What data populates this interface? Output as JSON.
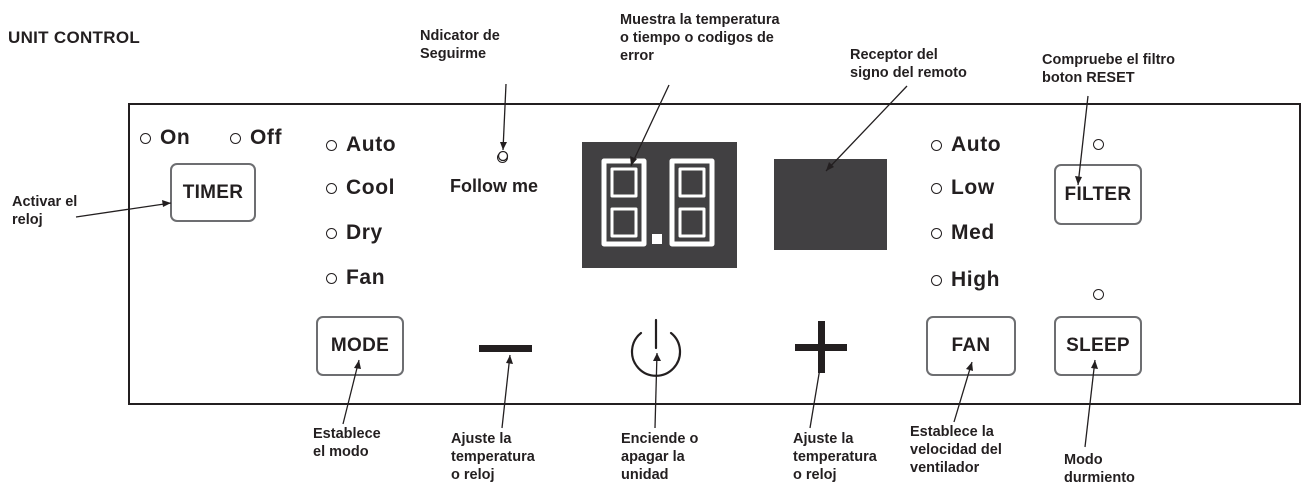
{
  "title": "UNIT CONTROL",
  "timer": {
    "on_label": "On",
    "off_label": "Off",
    "button_label": "TIMER"
  },
  "mode": {
    "options": [
      "Auto",
      "Cool",
      "Dry",
      "Fan"
    ],
    "button_label": "MODE"
  },
  "follow_me_label": "Follow me",
  "display_digits": "8.8",
  "fan": {
    "options": [
      "Auto",
      "Low",
      "Med",
      "High"
    ],
    "button_label": "FAN"
  },
  "filter_button_label": "FILTER",
  "sleep_button_label": "SLEEP",
  "controls": {
    "minus_symbol": "—",
    "plus_symbol": "+"
  },
  "annotations": {
    "timer": [
      "Activar el",
      "reloj"
    ],
    "follow_me": [
      "Ndicator de",
      "Seguirme"
    ],
    "display": [
      "Muestra la temperatura",
      "o tiempo o codigos de",
      "error"
    ],
    "receiver": [
      "Receptor del",
      "signo del remoto"
    ],
    "filter": [
      "Compruebe el filtro",
      "boton RESET"
    ],
    "mode": [
      "Establece",
      "el modo"
    ],
    "minus": [
      "Ajuste la",
      "temperatura",
      "o reloj"
    ],
    "power": [
      "Enciende o",
      "apagar la",
      "unidad"
    ],
    "plus": [
      "Ajuste la",
      "temperatura",
      "o reloj"
    ],
    "fan": [
      "Establece la",
      "velocidad del",
      "ventilador"
    ],
    "sleep": [
      "Modo",
      "durmiento"
    ]
  },
  "colors": {
    "ink": "#231f20",
    "display_bg": "#414042",
    "segment": "#ffffff",
    "button_border": "#6d6e71"
  }
}
